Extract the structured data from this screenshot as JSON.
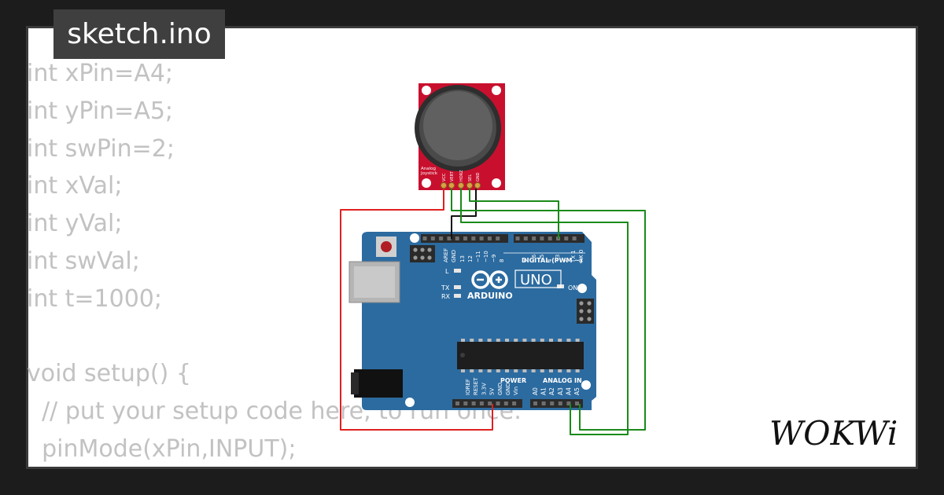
{
  "tab": {
    "filename": "sketch.ino"
  },
  "code_lines": [
    "int xPin=A4;",
    "int yPin=A5;",
    "int swPin=2;",
    "int xVal;",
    "int yVal;",
    "int swVal;",
    "int t=1000;",
    "",
    "void setup() {",
    "  // put your setup code here, to run once:",
    "  pinMode(xPin,INPUT);"
  ],
  "board": {
    "name": "UNO",
    "brand": "ARDUINO",
    "digital_label": "DIGITAL (PWM ~)",
    "power_label": "POWER",
    "analog_label": "ANALOG IN",
    "on_label": "ON",
    "led_l": "L",
    "led_tx": "TX",
    "led_rx": "RX",
    "top_pins": [
      "AREF",
      "GND",
      "13",
      "12",
      "~11",
      "~10",
      "~9",
      "8",
      "7",
      "~6",
      "~5",
      "4",
      "~3",
      "2",
      "TX 1",
      "RX 0"
    ],
    "power_pins": [
      "IOREF",
      "RESET",
      "3.3V",
      "5V",
      "GND",
      "GND",
      "Vin"
    ],
    "analog_pins": [
      "A0",
      "A1",
      "A2",
      "A3",
      "A4",
      "A5"
    ],
    "color": "#2c6ba0"
  },
  "joystick": {
    "label_line1": "Analog",
    "label_line2": "Joystick",
    "pins": [
      "VCC",
      "VERT",
      "HORZ",
      "SEL",
      "GND"
    ],
    "color": "#c8102e"
  },
  "logo": {
    "text": "WOKWi"
  }
}
